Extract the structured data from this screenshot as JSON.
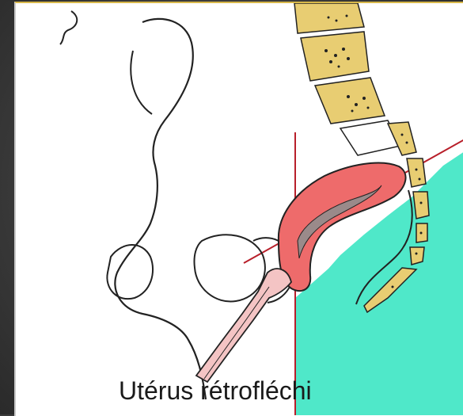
{
  "caption": "Utérus rétrofléchi",
  "colors": {
    "background_frame": "#3a3a3a",
    "panel": "#ffffff",
    "uterus": "#ee6b6b",
    "cavity": "#9a8a8a",
    "vertebra_fill": "#e8cd72",
    "highlight_region": "#4fe8c9",
    "axis_line": "#b81f2a",
    "outline": "#222222"
  },
  "icons": [
    "pelvis-outline",
    "sacrum-spine",
    "uterus-retroflexed",
    "axis-lines"
  ]
}
